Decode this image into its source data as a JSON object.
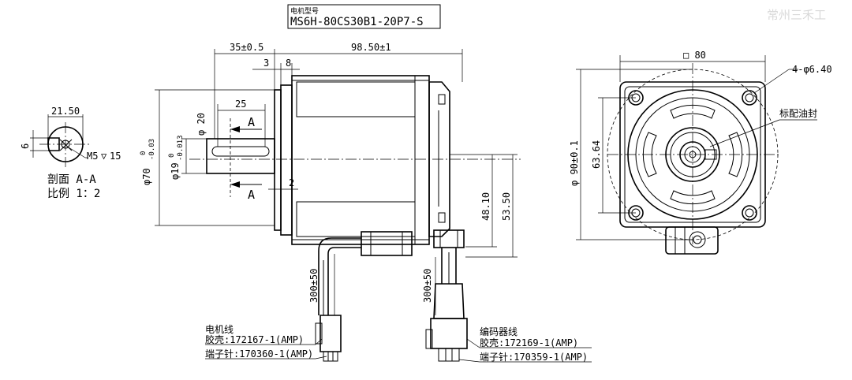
{
  "title_block": {
    "caption": "电机型号",
    "model": "MS6H-80CS30B1-20P7-S"
  },
  "watermark": "常州三禾工",
  "section_view": {
    "width_dim": "21.50",
    "height_dim": "6",
    "thread": "M5",
    "thread_depth": "15",
    "title": "剖面 A-A",
    "scale": "比例 1：2"
  },
  "side_view": {
    "dim_shaft_length": "35±0.5",
    "dim_body_length": "98.50±1",
    "dim_3": "3",
    "dim_8": "8",
    "dim_key_length": "25",
    "dim_2": "2",
    "dim_key_width": "φ 20",
    "dim_flange_dia": "φ70",
    "flange_tol_upper": "0",
    "flange_tol_lower": "-0.03",
    "dim_shaft_dia": "φ19",
    "shaft_tol_upper": "0",
    "shaft_tol_lower": "-0.013",
    "dim_48": "48.10",
    "dim_53": "53.50",
    "section_mark_top": "A",
    "section_mark_bottom": "A",
    "cable_len_left": "300±50",
    "cable_len_right": "300±50",
    "motor_cable": {
      "name": "电机线",
      "housing": "胶壳:172167-1(AMP)",
      "terminal": "端子针:170360-1(AMP)"
    },
    "encoder_cable": {
      "name": "编码器线",
      "housing": "胶壳:172169-1(AMP)",
      "terminal": "端子针:170359-1(AMP)"
    }
  },
  "front_view": {
    "dim_square": "□ 80",
    "dim_holes": "4-φ6.40",
    "oil_seal": "标配油封",
    "dim_pcd": "φ 90±0.1",
    "dim_6364": "63.64"
  }
}
